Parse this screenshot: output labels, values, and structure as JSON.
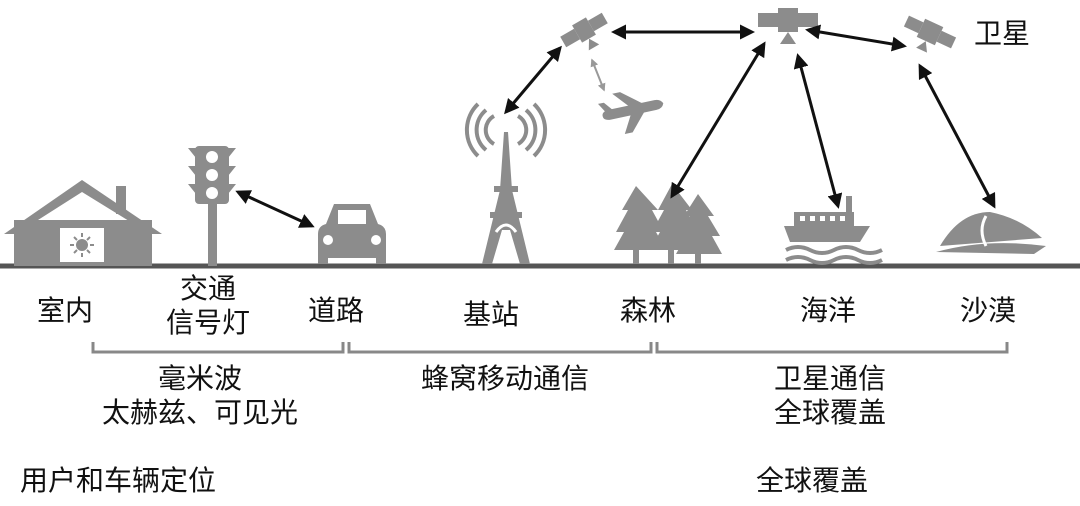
{
  "satellite_label": "卫星",
  "locations": {
    "indoor": "室内",
    "traffic_light_1": "交通",
    "traffic_light_2": "信号灯",
    "road": "道路",
    "base_station": "基站",
    "forest": "森林",
    "ocean": "海洋",
    "desert": "沙漠"
  },
  "groups": {
    "mmwave_line1": "毫米波",
    "mmwave_line2": "太赫兹、可见光",
    "cellular": "蜂窝移动通信",
    "satellite_line1": "卫星通信",
    "satellite_line2": "全球覆盖"
  },
  "bottom": {
    "positioning": "用户和车辆定位",
    "coverage": "全球覆盖"
  },
  "colors": {
    "icon_gray": "#8c8c8c",
    "ground_line": "#555555",
    "arrow": "#111111",
    "text": "#111111"
  }
}
